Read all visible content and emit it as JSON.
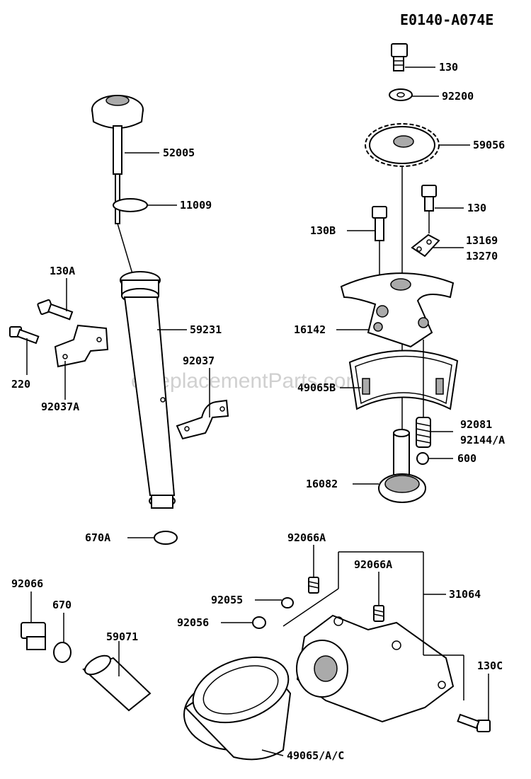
{
  "diagram_code": "E0140-A074E",
  "watermark": "eReplacementParts.com",
  "labels": {
    "p130_top": "130",
    "p92200": "92200",
    "p59056": "59056",
    "p52005": "52005",
    "p11009": "11009",
    "p130_mid": "130",
    "p130B": "130B",
    "p13169": "13169",
    "p13270": "13270",
    "p130A": "130A",
    "p16142": "16142",
    "p59231": "59231",
    "p92037": "92037",
    "p220": "220",
    "p92037A": "92037A",
    "p49065B": "49065B",
    "p92081": "92081",
    "p92144A": "92144/A",
    "p600": "600",
    "p16082": "16082",
    "p670A": "670A",
    "p92066A_1": "92066A",
    "p92066A_2": "92066A",
    "p31064": "31064",
    "p92066": "92066",
    "p670": "670",
    "p92055": "92055",
    "p92056": "92056",
    "p59071": "59071",
    "p130C": "130C",
    "p49065AC": "49065/A/C"
  }
}
